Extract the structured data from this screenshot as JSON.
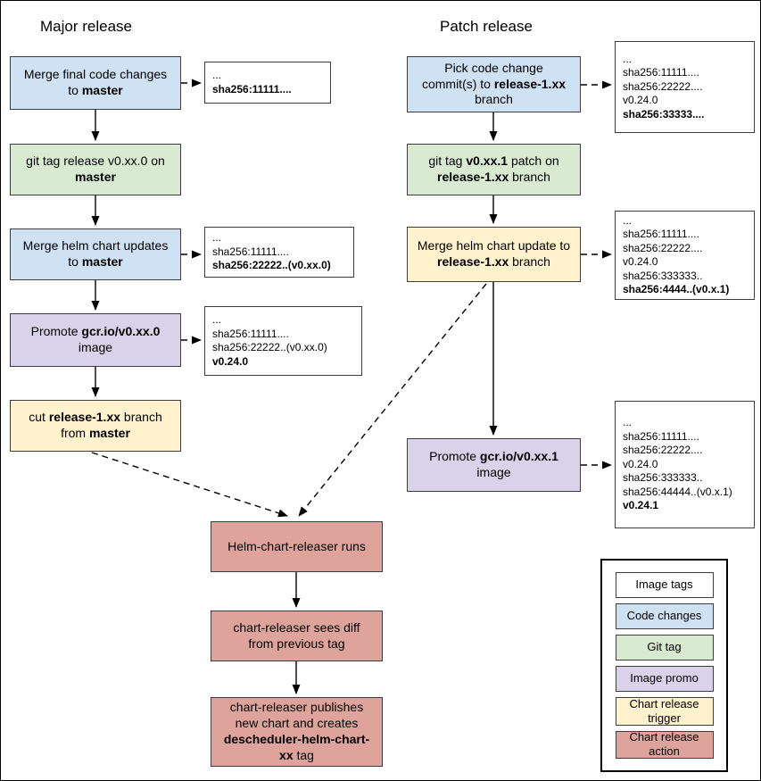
{
  "page": {
    "major_title": "Major release",
    "patch_title": "Patch release"
  },
  "colors": {
    "image_tags": "#ffffff",
    "code_changes": "#cfe2f3",
    "git_tag": "#d9ead3",
    "image_promo": "#d9d2e9",
    "chart_release_trigger": "#fff2cc",
    "chart_release_action": "#dea49c"
  },
  "major_flow": {
    "steps": [
      {
        "segments": [
          {
            "t": "Merge final code changes to "
          },
          {
            "t": "master",
            "b": true
          }
        ]
      },
      {
        "segments": [
          {
            "t": "git tag release v0.xx.0 on "
          },
          {
            "t": "master",
            "b": true
          }
        ]
      },
      {
        "segments": [
          {
            "t": "Merge helm chart updates to "
          },
          {
            "t": "master",
            "b": true
          }
        ]
      },
      {
        "segments": [
          {
            "t": "Promote "
          },
          {
            "t": "gcr.io/v0.xx.0",
            "b": true
          },
          {
            "t": " image"
          }
        ]
      },
      {
        "segments": [
          {
            "t": "cut "
          },
          {
            "t": "release-1.xx",
            "b": true
          },
          {
            "t": " branch from "
          },
          {
            "t": "master",
            "b": true
          }
        ]
      }
    ],
    "tags": [
      {
        "lines": [
          {
            "t": "..."
          },
          {
            "t": "sha256:11111....",
            "b": true
          }
        ]
      },
      {
        "lines": [
          {
            "t": "..."
          },
          {
            "t": "sha256:11111...."
          },
          {
            "t": "sha256:22222..(v0.xx.0)",
            "b": true
          }
        ]
      },
      {
        "lines": [
          {
            "t": "..."
          },
          {
            "t": "sha256:11111...."
          },
          {
            "t": "sha256:22222..(v0.xx.0)"
          },
          {
            "t": "v0.24.0",
            "b": true
          }
        ]
      }
    ]
  },
  "patch_flow": {
    "steps": [
      {
        "segments": [
          {
            "t": "Pick code change commit(s) to "
          },
          {
            "t": "release-1.xx",
            "b": true
          },
          {
            "t": " branch"
          }
        ]
      },
      {
        "segments": [
          {
            "t": "git tag "
          },
          {
            "t": "v0.xx.1",
            "b": true
          },
          {
            "t": " patch on "
          },
          {
            "t": "release-1.xx",
            "b": true
          },
          {
            "t": " branch"
          }
        ]
      },
      {
        "segments": [
          {
            "t": "Merge helm chart update to "
          },
          {
            "t": "release-1.xx",
            "b": true
          },
          {
            "t": " branch"
          }
        ]
      },
      {
        "segments": [
          {
            "t": "Promote "
          },
          {
            "t": "gcr.io/v0.xx.1",
            "b": true
          },
          {
            "t": " image"
          }
        ]
      }
    ],
    "tags": [
      {
        "lines": [
          {
            "t": "..."
          },
          {
            "t": "sha256:11111...."
          },
          {
            "t": "sha256:22222...."
          },
          {
            "t": "v0.24.0"
          },
          {
            "t": "sha256:33333....",
            "b": true
          }
        ]
      },
      {
        "lines": [
          {
            "t": "..."
          },
          {
            "t": "sha256:11111...."
          },
          {
            "t": "sha256:22222...."
          },
          {
            "t": "v0.24.0"
          },
          {
            "t": "sha256:333333.."
          },
          {
            "t": "sha256:4444..(v0.x.1)",
            "b": true
          }
        ]
      },
      {
        "lines": [
          {
            "t": "..."
          },
          {
            "t": "sha256:11111...."
          },
          {
            "t": "sha256:22222...."
          },
          {
            "t": "v0.24.0"
          },
          {
            "t": "sha256:333333.."
          },
          {
            "t": "sha256:44444..(v0.x.1)"
          },
          {
            "t": "v0.24.1",
            "b": true
          }
        ]
      }
    ]
  },
  "releaser_flow": {
    "steps": [
      {
        "segments": [
          {
            "t": "Helm-chart-releaser runs"
          }
        ]
      },
      {
        "segments": [
          {
            "t": "chart-releaser sees diff from previous tag"
          }
        ]
      },
      {
        "segments": [
          {
            "t": "chart-releaser publishes new chart and creates "
          },
          {
            "t": "descheduler-helm-chart-xx",
            "b": true
          },
          {
            "t": " tag"
          }
        ]
      }
    ]
  },
  "legend": {
    "items": [
      {
        "label": "Image tags",
        "color_key": "image_tags"
      },
      {
        "label": "Code changes",
        "color_key": "code_changes"
      },
      {
        "label": "Git tag",
        "color_key": "git_tag"
      },
      {
        "label": "Image promo",
        "color_key": "image_promo"
      },
      {
        "label": "Chart release trigger",
        "color_key": "chart_release_trigger"
      },
      {
        "label": "Chart release action",
        "color_key": "chart_release_action"
      }
    ]
  }
}
